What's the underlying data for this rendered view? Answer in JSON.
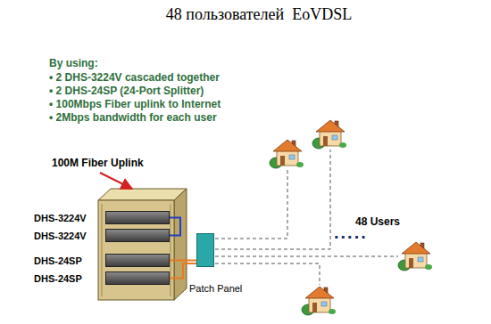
{
  "diagram": {
    "title": "48 пользователей  EoVDSL",
    "nodes": [
      {
        "text": [
          "DHS-3224V"
        ]
      },
      {
        "text": [
          "DHS-3224V"
        ]
      },
      {
        "text": [
          "DHS-24SP"
        ]
      },
      {
        "text": [
          "DHS-24SP"
        ]
      },
      {
        "text": [
          "Patch Panel"
        ]
      }
    ],
    "edges": [
      {
        "from": 0,
        "to": 1,
        "arrow": "none"
      },
      {
        "from": 2,
        "to": 4,
        "arrow": "none"
      },
      {
        "from": 3,
        "to": 4,
        "arrow": "none"
      }
    ],
    "labels": [
      "By using:",
      "• 2 DHS-3224V cascaded together",
      "• 2 DHS-24SP (24-Port Splitter)",
      "• 100Mbps Fiber uplink to Internet",
      "• 2Mbps bandwidth for each user",
      "100M Fiber Uplink",
      "48 Users",
      "....."
    ]
  }
}
